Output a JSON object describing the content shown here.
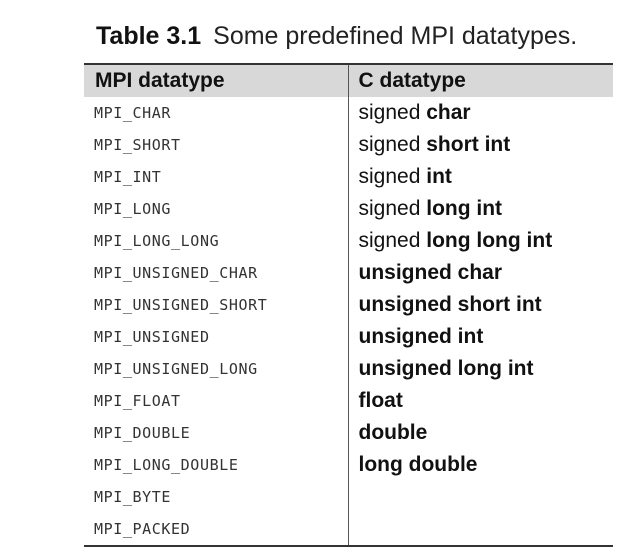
{
  "caption": {
    "label": "Table 3.1",
    "text": "Some predefined MPI datatypes."
  },
  "table": {
    "headers": [
      "MPI datatype",
      "C datatype"
    ],
    "rows": [
      {
        "mpi": "MPI_CHAR",
        "c_prefix": "signed",
        "c_bold": "char"
      },
      {
        "mpi": "MPI_SHORT",
        "c_prefix": "signed",
        "c_bold": "short int"
      },
      {
        "mpi": "MPI_INT",
        "c_prefix": "signed",
        "c_bold": "int"
      },
      {
        "mpi": "MPI_LONG",
        "c_prefix": "signed",
        "c_bold": "long int"
      },
      {
        "mpi": "MPI_LONG_LONG",
        "c_prefix": "signed",
        "c_bold": "long long int"
      },
      {
        "mpi": "MPI_UNSIGNED_CHAR",
        "c_prefix": "",
        "c_bold": "unsigned char"
      },
      {
        "mpi": "MPI_UNSIGNED_SHORT",
        "c_prefix": "",
        "c_bold": "unsigned short int"
      },
      {
        "mpi": "MPI_UNSIGNED",
        "c_prefix": "",
        "c_bold": "unsigned int"
      },
      {
        "mpi": "MPI_UNSIGNED_LONG",
        "c_prefix": "",
        "c_bold": "unsigned long int"
      },
      {
        "mpi": "MPI_FLOAT",
        "c_prefix": "",
        "c_bold": "float"
      },
      {
        "mpi": "MPI_DOUBLE",
        "c_prefix": "",
        "c_bold": "double"
      },
      {
        "mpi": "MPI_LONG_DOUBLE",
        "c_prefix": "",
        "c_bold": "long double"
      },
      {
        "mpi": "MPI_BYTE",
        "c_prefix": "",
        "c_bold": ""
      },
      {
        "mpi": "MPI_PACKED",
        "c_prefix": "",
        "c_bold": ""
      }
    ]
  },
  "colors": {
    "header_background": "#d8d8d8",
    "rule": "#333333",
    "text": "#111111"
  }
}
